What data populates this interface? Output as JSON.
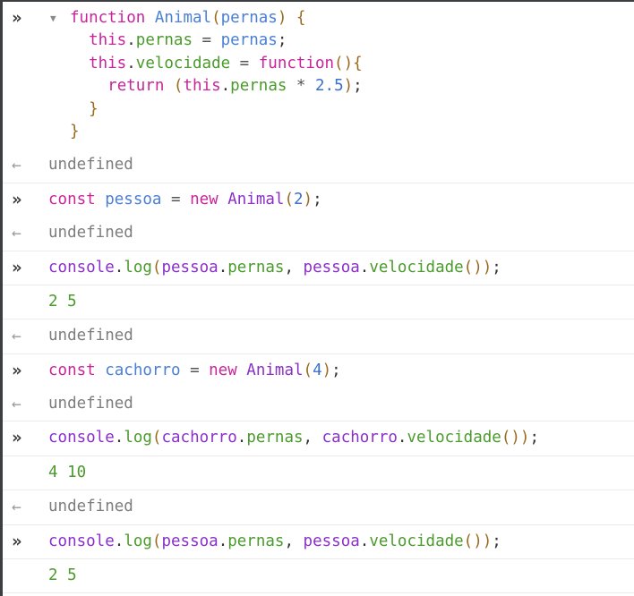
{
  "console": {
    "entries": [
      {
        "type": "input",
        "expanded": true,
        "lines": [
          [
            [
              "kw",
              "function"
            ],
            [
              "op",
              " "
            ],
            [
              "def",
              "Animal"
            ],
            [
              "br",
              "("
            ],
            [
              "def",
              "pernas"
            ],
            [
              "br",
              ")"
            ],
            [
              "op",
              " "
            ],
            [
              "br",
              "{"
            ]
          ],
          [
            [
              "op",
              "  "
            ],
            [
              "kw",
              "this"
            ],
            [
              "punc",
              "."
            ],
            [
              "prop",
              "pernas"
            ],
            [
              "op",
              " = "
            ],
            [
              "def",
              "pernas"
            ],
            [
              "punc",
              ";"
            ]
          ],
          [
            [
              "op",
              "  "
            ],
            [
              "kw",
              "this"
            ],
            [
              "punc",
              "."
            ],
            [
              "prop",
              "velocidade"
            ],
            [
              "op",
              " = "
            ],
            [
              "kw",
              "function"
            ],
            [
              "br",
              "()"
            ],
            [
              "br",
              "{"
            ]
          ],
          [
            [
              "op",
              "    "
            ],
            [
              "kw",
              "return"
            ],
            [
              "op",
              " "
            ],
            [
              "br",
              "("
            ],
            [
              "kw",
              "this"
            ],
            [
              "punc",
              "."
            ],
            [
              "prop",
              "pernas"
            ],
            [
              "op",
              " * "
            ],
            [
              "num",
              "2.5"
            ],
            [
              "br",
              ")"
            ],
            [
              "punc",
              ";"
            ]
          ],
          [
            [
              "op",
              "  "
            ],
            [
              "br",
              "}"
            ]
          ],
          [
            [
              "br",
              "}"
            ]
          ]
        ]
      },
      {
        "type": "result",
        "text": "undefined"
      },
      {
        "type": "input",
        "lines": [
          [
            [
              "kw",
              "const"
            ],
            [
              "op",
              " "
            ],
            [
              "def",
              "pessoa"
            ],
            [
              "op",
              " = "
            ],
            [
              "kw",
              "new"
            ],
            [
              "op",
              " "
            ],
            [
              "fn",
              "Animal"
            ],
            [
              "br",
              "("
            ],
            [
              "num",
              "2"
            ],
            [
              "br",
              ")"
            ],
            [
              "punc",
              ";"
            ]
          ]
        ]
      },
      {
        "type": "result",
        "text": "undefined"
      },
      {
        "type": "input",
        "lines": [
          [
            [
              "fn",
              "console"
            ],
            [
              "punc",
              "."
            ],
            [
              "prop",
              "log"
            ],
            [
              "br",
              "("
            ],
            [
              "fn",
              "pessoa"
            ],
            [
              "punc",
              "."
            ],
            [
              "prop",
              "pernas"
            ],
            [
              "punc",
              ","
            ],
            [
              "op",
              " "
            ],
            [
              "fn",
              "pessoa"
            ],
            [
              "punc",
              "."
            ],
            [
              "prop",
              "velocidade"
            ],
            [
              "br",
              "()"
            ],
            [
              "br",
              ")"
            ],
            [
              "punc",
              ";"
            ]
          ]
        ]
      },
      {
        "type": "log",
        "text": "2 5"
      },
      {
        "type": "result",
        "text": "undefined"
      },
      {
        "type": "input",
        "lines": [
          [
            [
              "kw",
              "const"
            ],
            [
              "op",
              " "
            ],
            [
              "def",
              "cachorro"
            ],
            [
              "op",
              " = "
            ],
            [
              "kw",
              "new"
            ],
            [
              "op",
              " "
            ],
            [
              "fn",
              "Animal"
            ],
            [
              "br",
              "("
            ],
            [
              "num",
              "4"
            ],
            [
              "br",
              ")"
            ],
            [
              "punc",
              ";"
            ]
          ]
        ]
      },
      {
        "type": "result",
        "text": "undefined"
      },
      {
        "type": "input",
        "lines": [
          [
            [
              "fn",
              "console"
            ],
            [
              "punc",
              "."
            ],
            [
              "prop",
              "log"
            ],
            [
              "br",
              "("
            ],
            [
              "fn",
              "cachorro"
            ],
            [
              "punc",
              "."
            ],
            [
              "prop",
              "pernas"
            ],
            [
              "punc",
              ","
            ],
            [
              "op",
              " "
            ],
            [
              "fn",
              "cachorro"
            ],
            [
              "punc",
              "."
            ],
            [
              "prop",
              "velocidade"
            ],
            [
              "br",
              "()"
            ],
            [
              "br",
              ")"
            ],
            [
              "punc",
              ";"
            ]
          ]
        ]
      },
      {
        "type": "log",
        "text": "4 10"
      },
      {
        "type": "result",
        "text": "undefined"
      },
      {
        "type": "input",
        "lines": [
          [
            [
              "fn",
              "console"
            ],
            [
              "punc",
              "."
            ],
            [
              "prop",
              "log"
            ],
            [
              "br",
              "("
            ],
            [
              "fn",
              "pessoa"
            ],
            [
              "punc",
              "."
            ],
            [
              "prop",
              "pernas"
            ],
            [
              "punc",
              ","
            ],
            [
              "op",
              " "
            ],
            [
              "fn",
              "pessoa"
            ],
            [
              "punc",
              "."
            ],
            [
              "prop",
              "velocidade"
            ],
            [
              "br",
              "()"
            ],
            [
              "br",
              ")"
            ],
            [
              "punc",
              ";"
            ]
          ]
        ]
      },
      {
        "type": "log",
        "text": "2 5"
      }
    ],
    "icons": {
      "prompt": "»",
      "result": "←",
      "expand": "▼"
    },
    "colors": {
      "keyword": "#c8259b",
      "function_ref": "#8b2fc9",
      "definition": "#4a7fd6",
      "property": "#4a9a2c",
      "number": "#3b6fcf",
      "bracket": "#9a6a1e",
      "log_output": "#4a9a2c",
      "result_text": "#7d7d7d"
    }
  }
}
